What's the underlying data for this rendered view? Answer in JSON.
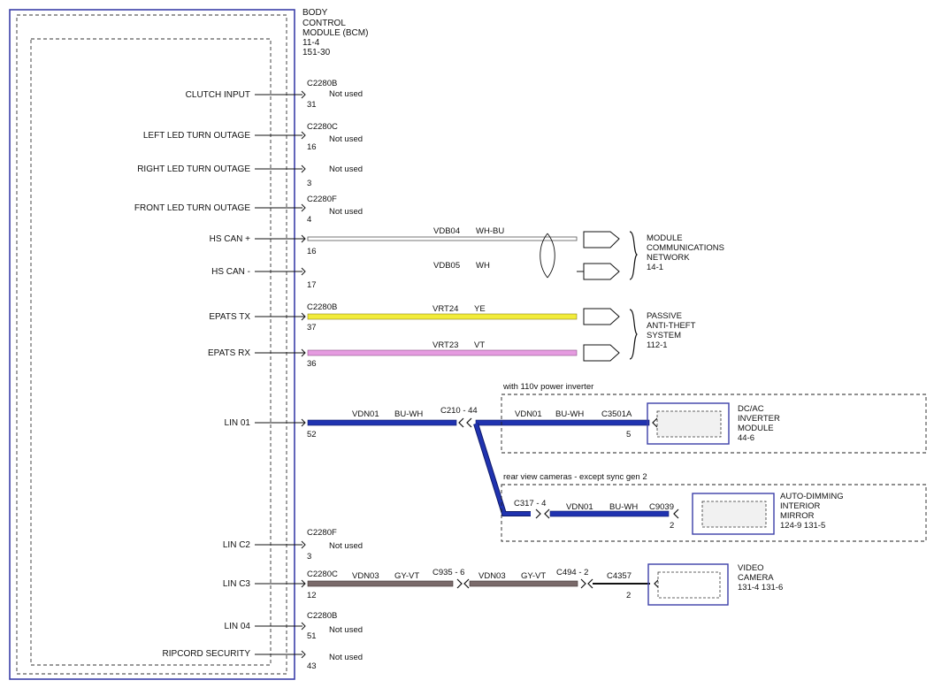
{
  "module": {
    "title": [
      "BODY",
      "CONTROL",
      "MODULE (BCM)",
      "11-4",
      "151-30"
    ]
  },
  "pins": [
    {
      "label": "CLUTCH INPUT",
      "connector": "C2280B",
      "pin": "31",
      "status": "Not used"
    },
    {
      "label": "LEFT LED TURN OUTAGE",
      "connector": "C2280C",
      "pin": "16",
      "status": "Not used"
    },
    {
      "label": "RIGHT LED TURN OUTAGE",
      "connector": "",
      "pin": "3",
      "status": "Not used"
    },
    {
      "label": "FRONT LED TURN OUTAGE",
      "connector": "C2280F",
      "pin": "4",
      "status": "Not used"
    },
    {
      "label": "HS CAN +",
      "connector": "",
      "pin": "16",
      "status": ""
    },
    {
      "label": "HS CAN -",
      "connector": "",
      "pin": "17",
      "status": ""
    },
    {
      "label": "EPATS TX",
      "connector": "C2280B",
      "pin": "37",
      "status": ""
    },
    {
      "label": "EPATS RX",
      "connector": "",
      "pin": "36",
      "status": ""
    },
    {
      "label": "LIN 01",
      "connector": "",
      "pin": "52",
      "status": ""
    },
    {
      "label": "LIN C2",
      "connector": "C2280F",
      "pin": "3",
      "status": "Not used"
    },
    {
      "label": "LIN C3",
      "connector": "C2280C",
      "pin": "12",
      "status": ""
    },
    {
      "label": "LIN 04",
      "connector": "C2280B",
      "pin": "51",
      "status": "Not used"
    },
    {
      "label": "RIPCORD SECURITY",
      "connector": "",
      "pin": "43",
      "status": "Not used"
    }
  ],
  "wires": {
    "hs_can_plus": {
      "circuit": "VDB04",
      "color_code": "WH-BU"
    },
    "hs_can_minus": {
      "circuit": "VDB05",
      "color_code": "WH"
    },
    "epats_tx": {
      "circuit": "VRT24",
      "color_code": "YE",
      "hex": "#f2ec3a"
    },
    "epats_rx": {
      "circuit": "VRT23",
      "color_code": "VT",
      "hex": "#e59be0"
    },
    "lin01": {
      "circuit": "VDN01",
      "color_code": "BU-WH",
      "hex": "#2033b0",
      "splice": "C210 - 44"
    },
    "lin01_inverter": {
      "circuit": "VDN01",
      "color_code": "BU-WH",
      "connector": "C3501A",
      "pin": "5"
    },
    "lin01_mirror": {
      "connector_in": "C317 - 4",
      "circuit": "VDN01",
      "color_code": "BU-WH",
      "connector": "C9039",
      "pin": "2"
    },
    "lin03": {
      "circuit": "VDN03",
      "color_code": "GY-VT",
      "hex": "#7a6a6a",
      "inline1": "C935 - 6",
      "circuit2": "VDN03",
      "color_code2": "GY-VT",
      "inline2": "C494 - 2",
      "connector": "C4357",
      "pin": "2"
    }
  },
  "destinations": {
    "comm_network": [
      "MODULE",
      "COMMUNICATIONS",
      "NETWORK",
      "14-1"
    ],
    "anti_theft": [
      "PASSIVE",
      "ANTI-THEFT",
      "SYSTEM",
      "112-1"
    ],
    "inverter_option": "with 110v power inverter",
    "inverter": [
      "DC/AC",
      "INVERTER",
      "MODULE",
      "44-6"
    ],
    "mirror_option": "rear view cameras - except sync gen 2",
    "mirror": [
      "AUTO-DIMMING",
      "INTERIOR",
      "MIRROR",
      "124-9      131-5"
    ],
    "camera": [
      "VIDEO",
      "CAMERA",
      "131-4      131-6"
    ]
  },
  "colors": {
    "module_border": "#3b3fa8",
    "lin_blue": "#2033b0",
    "yellow": "#f2ec3a",
    "violet": "#e59be0",
    "gray_violet": "#7a6a6a"
  }
}
